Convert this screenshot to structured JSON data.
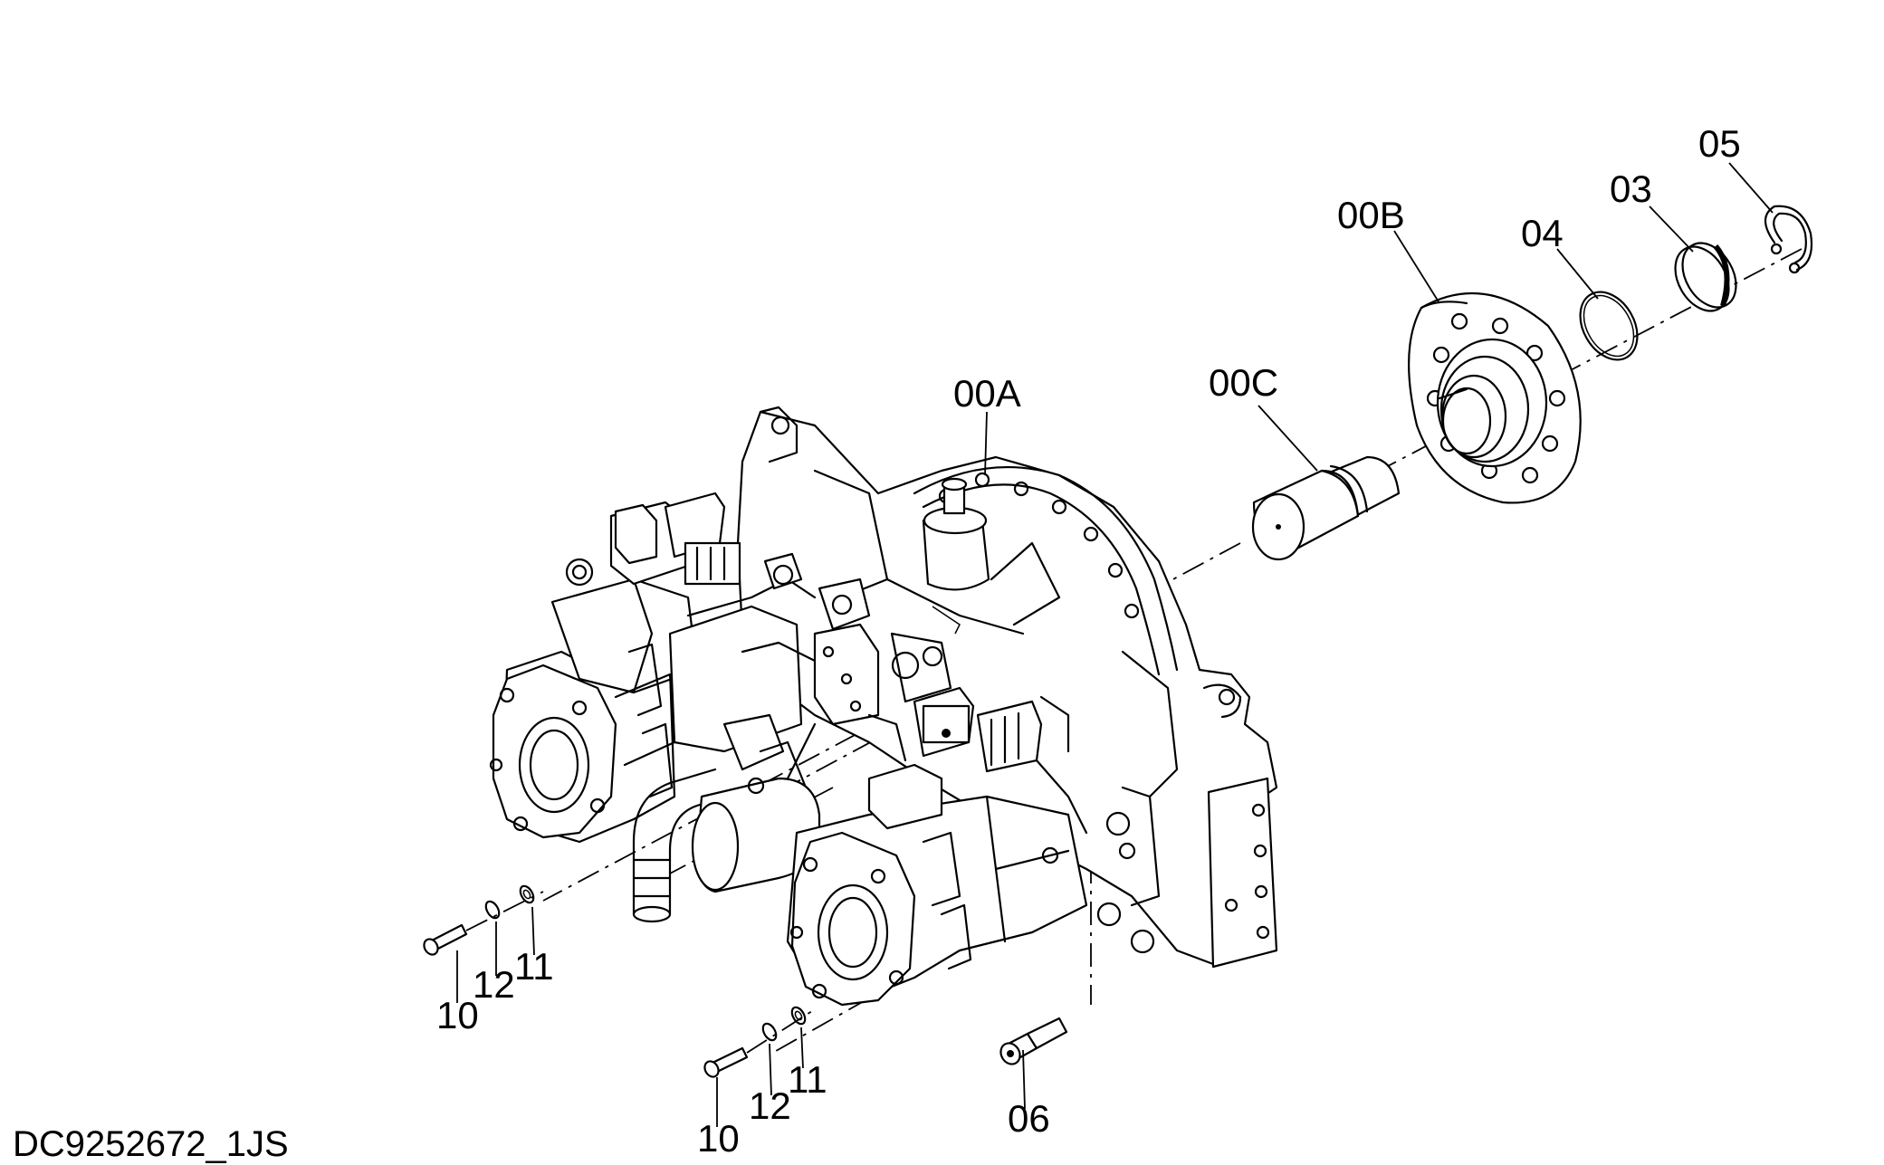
{
  "drawing_id": "DC9252672_1JS",
  "callouts": {
    "c00A": "00A",
    "c00B": "00B",
    "c00C": "00C",
    "c03": "03",
    "c04": "04",
    "c05": "05",
    "c06": "06",
    "c10a": "10",
    "c12a": "12",
    "c11a": "11",
    "c10b": "10",
    "c12b": "12",
    "c11b": "11"
  }
}
